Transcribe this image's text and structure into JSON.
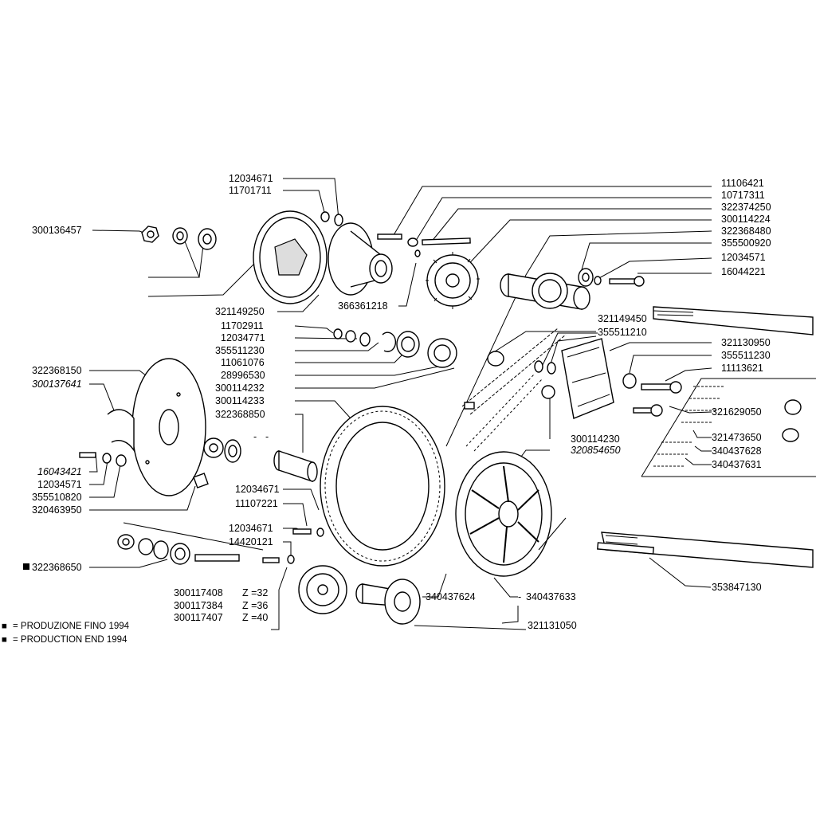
{
  "labels": {
    "p11106421": "11106421",
    "p10717311": "10717311",
    "p322374250": "322374250",
    "p300114224": "300114224",
    "p322368480": "322368480",
    "p355500920": "355500920",
    "p12034571a": "12034571",
    "p16044221": "16044221",
    "p12034671a": "12034671",
    "p11701711": "11701711",
    "p300136457": "300136457",
    "p321149250": "321149250",
    "p366361218": "366361218",
    "p321149450": "321149450",
    "p355511210": "355511210",
    "p11702911": "11702911",
    "p12034771": "12034771",
    "p355511230a": "355511230",
    "p11061076": "11061076",
    "p28996530": "28996530",
    "p300114232": "300114232",
    "p300114233": "300114233",
    "p322368850": "322368850",
    "p321130950": "321130950",
    "p355511230b": "355511230",
    "p11113621": "11113621",
    "p322368150": "322368150",
    "p300137641": "300137641",
    "p321629050": "321629050",
    "p321473650": "321473650",
    "p340437628": "340437628",
    "p340437631": "340437631",
    "p300114230": "300114230",
    "p320854650": "320854650",
    "p16043421": "16043421",
    "p12034571b": "12034571",
    "p355510820": "355510820",
    "p320463950": "320463950",
    "p12034671b": "12034671",
    "p11107221": "11107221",
    "p12034671c": "12034671",
    "p14420121": "14420121",
    "p322368650": "322368650",
    "p300117408": "300117408",
    "z32": "Z =32",
    "p300117384": "300117384",
    "z36": "Z =36",
    "p300117407": "300117407",
    "z40": "Z =40",
    "p340437624": "340437624",
    "p340437633": "340437633",
    "p321131050": "321131050",
    "p353847130": "353847130",
    "dash1": "-",
    "dash2": "-",
    "dash3": "-"
  },
  "legend": {
    "line1": "= PRODUZIONE FINO 1994",
    "line2": "= PRODUCTION END 1994",
    "marker": "■"
  }
}
